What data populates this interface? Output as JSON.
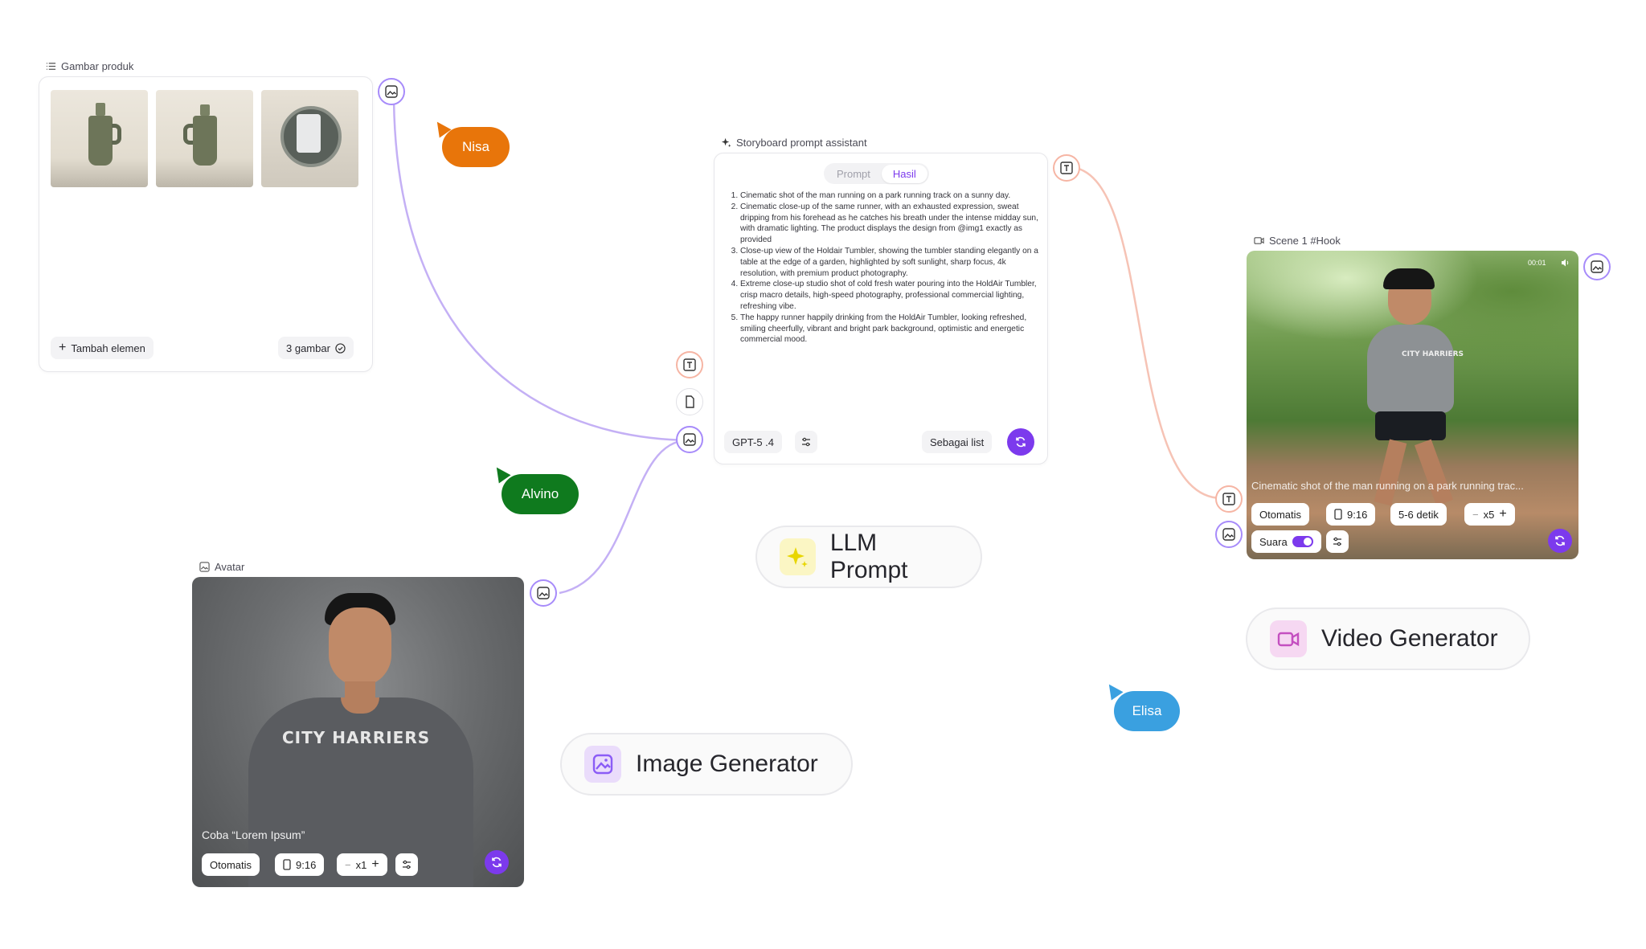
{
  "product_node": {
    "label": "Gambar produk",
    "add_element": "Tambah elemen",
    "count": "3 gambar"
  },
  "cursors": {
    "nisa": "Nisa",
    "alvino": "Alvino",
    "elisa": "Elisa"
  },
  "llm_node": {
    "label": "Storyboard prompt assistant",
    "tab_prompt": "Prompt",
    "tab_result": "Hasil",
    "items": [
      "Cinematic shot of the man running on a park running track on a sunny day.",
      "Cinematic close-up of the same runner, with an exhausted expression, sweat dripping from his forehead as he catches his breath under the intense midday sun, with dramatic lighting. The product displays the design from @img1 exactly as provided",
      "Close-up view of the Holdair Tumbler, showing the tumbler standing elegantly on a table at the edge of a garden, highlighted by soft sunlight, sharp focus, 4k resolution, with premium product photography.",
      "Extreme close-up studio shot of cold fresh water pouring into the HoldAir Tumbler, crisp macro details, high-speed photography, professional commercial lighting, refreshing vibe.",
      "The happy runner happily drinking from the HoldAir Tumbler, looking refreshed, smiling cheerfully, vibrant and bright park background, optimistic and energetic commercial mood."
    ],
    "model": "GPT-5 .4",
    "output_mode": "Sebagai list"
  },
  "avatar_node": {
    "label": "Avatar",
    "prompt_hint": "Coba “Lorem Ipsum”",
    "mode": "Otomatis",
    "ratio": "9:16",
    "count": "x1",
    "minus": "−",
    "plus": "+",
    "shirt_text": "CITY HARRIERS"
  },
  "video_node": {
    "label": "Scene 1 #Hook",
    "time": "00:01",
    "caption": "Cinematic shot of the man running on a park running trac...",
    "mode": "Otomatis",
    "ratio": "9:16",
    "duration": "5-6 detik",
    "count": "x5",
    "minus": "−",
    "plus": "+",
    "sound": "Suara",
    "shirt_text": "CITY HARRIERS"
  },
  "legend": {
    "llm": "LLM Prompt",
    "image": "Image Generator",
    "video": "Video Generator"
  },
  "colors": {
    "accent": "#7c3aed",
    "nisa": "#e8750a",
    "alvino": "#0f7a1e",
    "elisa": "#3aa0e0",
    "wire_purple": "#c4b0f5",
    "wire_salmon": "#f6c3b5"
  }
}
